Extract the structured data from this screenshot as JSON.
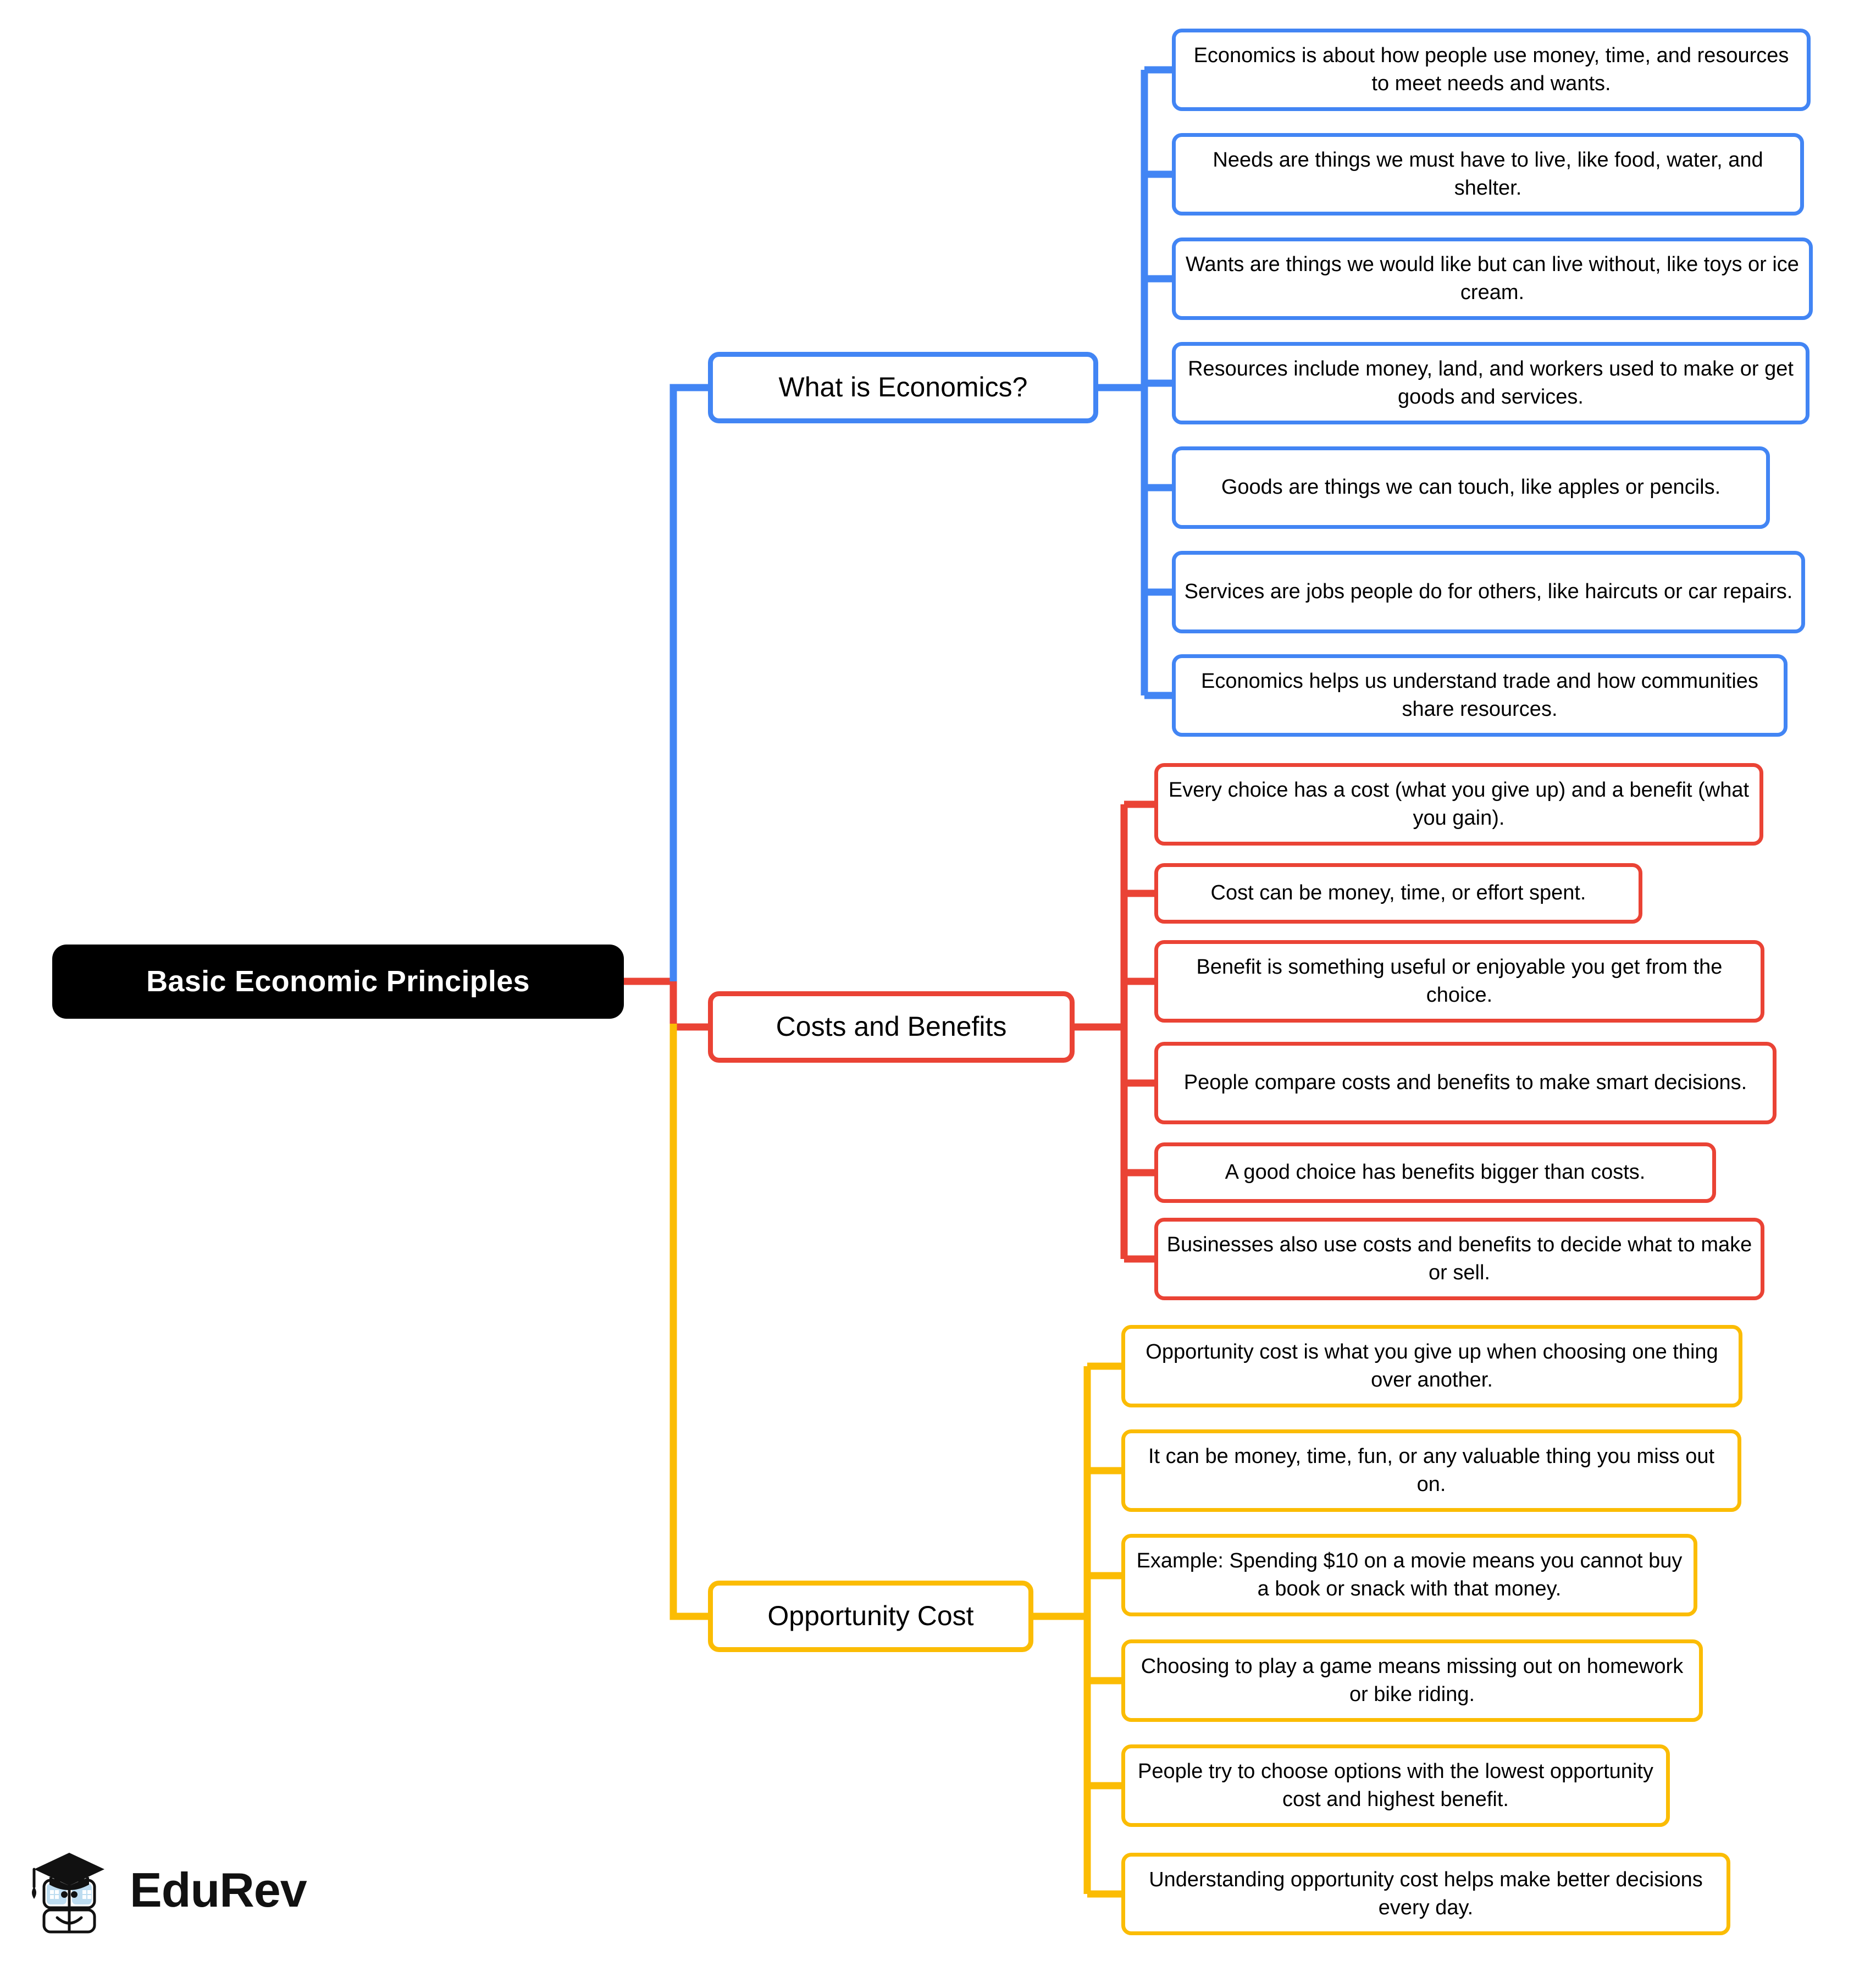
{
  "diagram": {
    "type": "mind-map",
    "title": "Basic Economic Principles",
    "root": {
      "label": "Basic Economic Principles",
      "color": "#000000"
    },
    "colors": {
      "blue": "#4285F4",
      "red": "#EA4335",
      "yellow": "#FBBC04",
      "root_bg": "#000000",
      "node_bg": "#FFFFFF",
      "text": "#000000",
      "root_text": "#FFFFFF"
    },
    "branches": [
      {
        "label": "What is Economics?",
        "color": "#4285F4",
        "color_name": "blue",
        "children": [
          "Economics is about how people use money, time, and resources to meet needs and wants.",
          "Needs are things we must have to live, like food, water, and shelter.",
          "Wants are things we would like but can live without, like toys or ice cream.",
          "Resources include money, land, and workers used to make or get goods and services.",
          "Goods are things we can touch, like apples or pencils.",
          "Services are jobs people do for others, like haircuts or car repairs.",
          "Economics helps us understand trade and how communities share resources."
        ]
      },
      {
        "label": "Costs and Benefits",
        "color": "#EA4335",
        "color_name": "red",
        "children": [
          "Every choice has a cost (what you give up) and a benefit (what you gain).",
          "Cost can be money, time, or effort spent.",
          "Benefit is something useful or enjoyable you get from the choice.",
          "People compare costs and benefits to make smart decisions.",
          "A good choice has benefits bigger than costs.",
          "Businesses also use costs and benefits to decide what to make or sell."
        ]
      },
      {
        "label": "Opportunity Cost",
        "color": "#FBBC04",
        "color_name": "yellow",
        "children": [
          "Opportunity cost is what you give up when choosing one thing over another.",
          "It can be money, time, fun, or any valuable thing you miss out on.",
          "Example: Spending $10 on a movie means you cannot buy a book or snack with that money.",
          "Choosing to play a game means missing out on homework or bike riding.",
          "People try to choose options with the lowest opportunity cost and highest benefit.",
          "Understanding opportunity cost helps make better decisions every day."
        ]
      }
    ]
  },
  "logo": {
    "wordmark": "EduRev",
    "icon_name": "edurev-graduation-cap-book-icon",
    "cap_color": "#000000",
    "glasses_color": "#BDDCF0"
  }
}
